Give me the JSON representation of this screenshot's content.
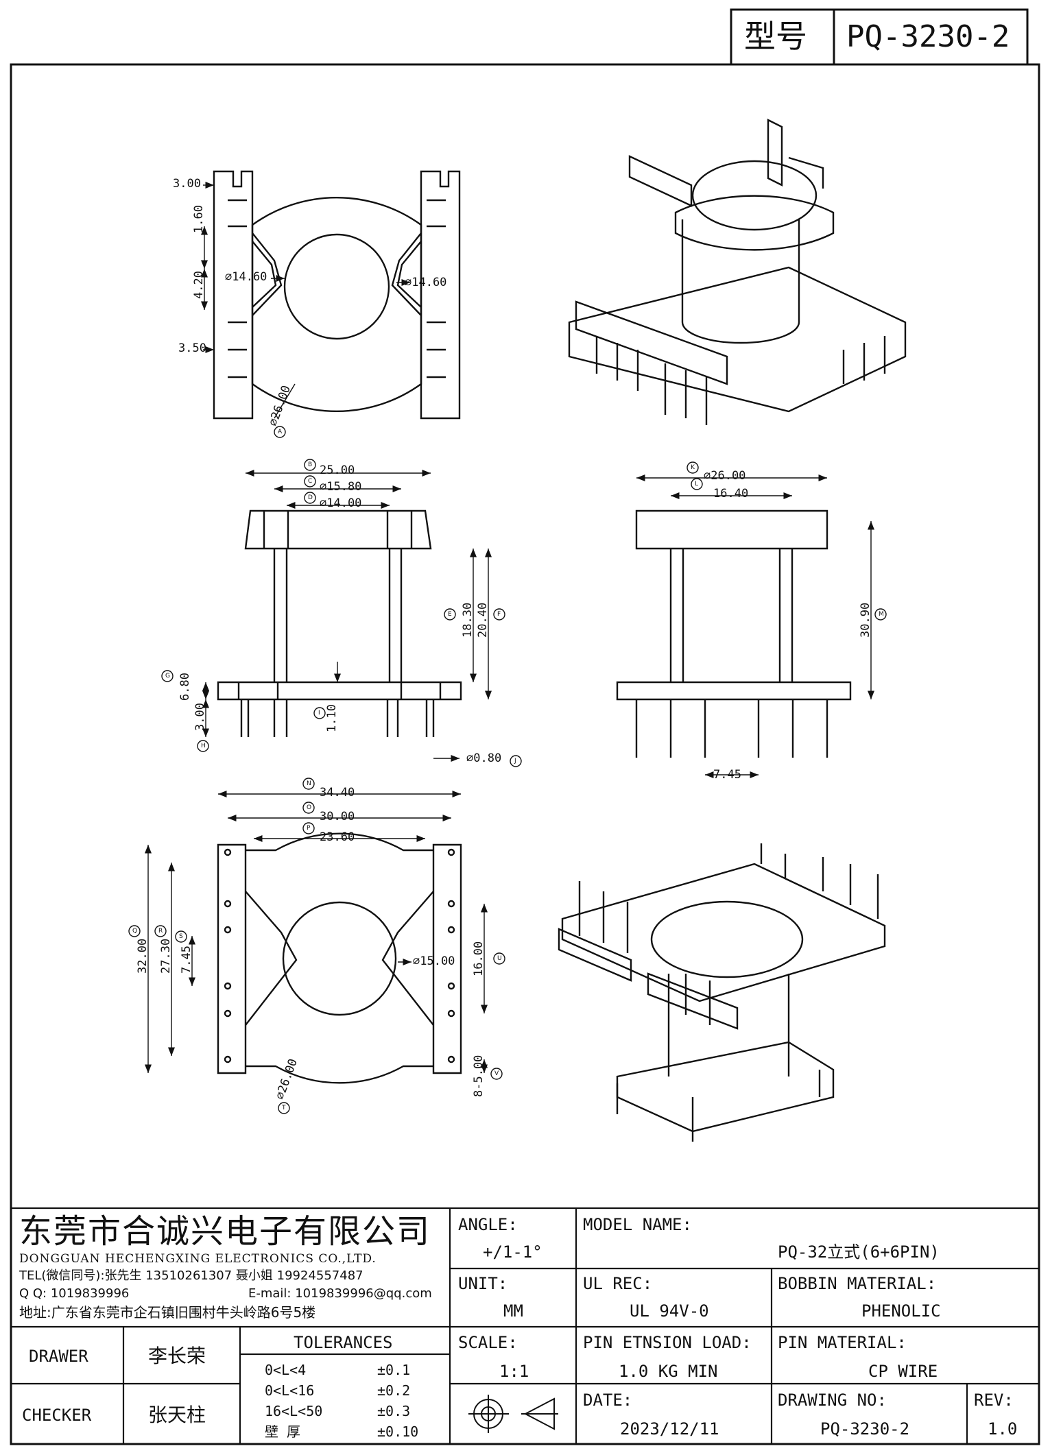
{
  "header": {
    "model_label": "型号",
    "model_value": "PQ-3230-2"
  },
  "company": {
    "name_cn": "东莞市合诚兴电子有限公司",
    "name_en": "DONGGUAN HECHENGXING ELECTRONICS CO.,LTD.",
    "tel": "TEL(微信同号):张先生 13510261307 聂小姐 19924557487",
    "qq": "Q Q: 1019839996",
    "email": "E-mail: 1019839996@qq.com",
    "address": "地址:广东省东莞市企石镇旧围村牛头岭路6号5楼"
  },
  "fields": {
    "angle_label": "ANGLE:",
    "angle_value": "+/1-1°",
    "unit_label": "UNIT:",
    "unit_value": "MM",
    "scale_label": "SCALE:",
    "scale_value": "1:1",
    "model_name_label": "MODEL NAME:",
    "model_name_value": "PQ-32立式(6+6PIN)",
    "ul_label": "UL REC:",
    "ul_value": "UL 94V-0",
    "bobbin_label": "BOBBIN MATERIAL:",
    "bobbin_value": "PHENOLIC",
    "pin_load_label": "PIN ETNSION LOAD:",
    "pin_load_value": "1.0 KG MIN",
    "pin_material_label": "PIN MATERIAL:",
    "pin_material_value": "CP WIRE",
    "date_label": "DATE:",
    "date_value": "2023/12/11",
    "drawing_no_label": "DRAWING NO:",
    "drawing_no_value": "PQ-3230-2",
    "rev_label": "REV:",
    "rev_value": "1.0"
  },
  "people": {
    "drawer_label": "DRAWER",
    "drawer_name": "李长荣",
    "checker_label": "CHECKER",
    "checker_name": "张天柱"
  },
  "tolerances": {
    "title": "TOLERANCES",
    "rows": [
      {
        "range": "0<L<4",
        "value": "±0.1"
      },
      {
        "range": "0<L<16",
        "value": "±0.2"
      },
      {
        "range": "16<L<50",
        "value": "±0.3"
      },
      {
        "range": "壁 厚",
        "value": "±0.10"
      }
    ]
  },
  "dims": {
    "top": {
      "d1": "3.00",
      "d2": "1.60",
      "d3": "4.20",
      "d4": "3.50",
      "dia_l": "⌀14.60",
      "dia_r": "⌀14.60",
      "dia26": "⌀26.00",
      "bA": "A"
    },
    "front": {
      "b": "25.00",
      "c": "⌀15.80",
      "d": "⌀14.00",
      "e": "18.30",
      "f": "20.40",
      "g": "6.80",
      "h": "3.00",
      "i": "1.10",
      "j": "⌀0.80",
      "bB": "B",
      "bC": "C",
      "bD": "D",
      "bE": "E",
      "bF": "F",
      "bG": "G",
      "bH": "H",
      "bI": "I",
      "bJ": "J"
    },
    "side": {
      "k": "⌀26.00",
      "l": "16.40",
      "m": "30.90",
      "pitch": "7.45",
      "bK": "K",
      "bL": "L",
      "bM": "M"
    },
    "bottom": {
      "n": "34.40",
      "o": "30.00",
      "p": "23.60",
      "q": "32.00",
      "r": "27.30",
      "s": "7.45",
      "dia15": "⌀15.00",
      "u": "16.00",
      "v": "8-5.00",
      "dia26": "⌀26.00",
      "bN": "N",
      "bO": "O",
      "bP": "P",
      "bQ": "Q",
      "bR": "R",
      "bS": "S",
      "bT": "T",
      "bU": "U",
      "bV": "V"
    }
  }
}
